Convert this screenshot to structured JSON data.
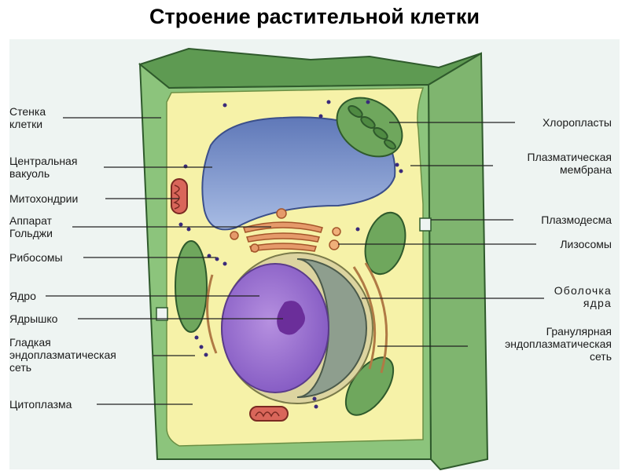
{
  "title": "Строение растительной клетки",
  "labels": {
    "cell_wall": [
      "Стенка",
      "клетки"
    ],
    "central_vacuole": [
      "Центральная",
      "вакуоль"
    ],
    "mitochondria": "Митохондрии",
    "golgi": [
      "Аппарат",
      "Гольджи"
    ],
    "ribosomes": "Рибосомы",
    "nucleus": "Ядро",
    "nucleolus": "Ядрышко",
    "smooth_er": [
      "Гладкая",
      "эндоплазматическая",
      "сеть"
    ],
    "cytoplasm": "Цитоплазма",
    "chloroplasts": "Хлоропласты",
    "plasma_membrane": [
      "Плазматическая",
      "мембрана"
    ],
    "plasmodesma": "Плазмодесма",
    "lysosomes": "Лизосомы",
    "nuclear_envelope": [
      "Оболочка",
      "ядра"
    ],
    "rough_er": [
      "Гранулярная",
      "эндоплазматическая",
      "сеть"
    ]
  },
  "colors": {
    "cell_wall": "#5e9a52",
    "cell_wall_light": "#8cc47c",
    "cytoplasm": "#f6f2a8",
    "vacuole": "#8aa2d4",
    "nucleus": "#9a6fcf",
    "chloroplast": "#6fa75d",
    "organelle": "#e59a6a"
  }
}
